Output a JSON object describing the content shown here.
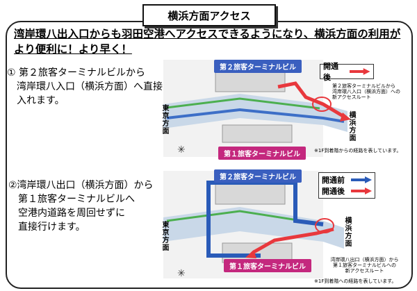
{
  "title": "横浜方面アクセス",
  "headline": "湾岸環八出入口からも羽田空港へアクセスできるようになり、横浜方面の利用がより便利に！より早く！",
  "step1": {
    "text": "① 第２旅客ターミナルビルから\n　湾岸環八入口（横浜方面）へ直接\n　入れます。"
  },
  "step2": {
    "text": "②湾岸環八出口（横浜方面）から\n　第１旅客ターミナルビルへ\n　空港内道路を周回せずに\n　直接行けます。"
  },
  "map1": {
    "terminal2": "第２旅客ターミナルビル",
    "terminal1": "第１旅客ターミナルビル",
    "tokyo": "東京方面",
    "yokohama": "横浜方面",
    "legend_after": "開通後",
    "route_note": "第２旅客ターミナルビルから\n湾岸環八入口（横浜方面）への\n新アクセスルート",
    "footnote": "※1F到着階からの経路を表しています。"
  },
  "map2": {
    "terminal2": "第２旅客ターミナルビル",
    "terminal1": "第１旅客ターミナルビル",
    "tokyo": "東京方面",
    "yokohama": "横浜方面",
    "legend_before": "開通前",
    "legend_after": "開通後",
    "route_note": "湾岸環八出口（横浜方面）から\n第１旅客ターミナルビルへの\n新アクセスルート",
    "footnote": "※1F到着階への経路を表しています。"
  },
  "colors": {
    "after_route": "#e8383d",
    "before_route": "#2a5bb8",
    "terminal2": "#3a5fbf",
    "terminal1": "#c4287e"
  }
}
